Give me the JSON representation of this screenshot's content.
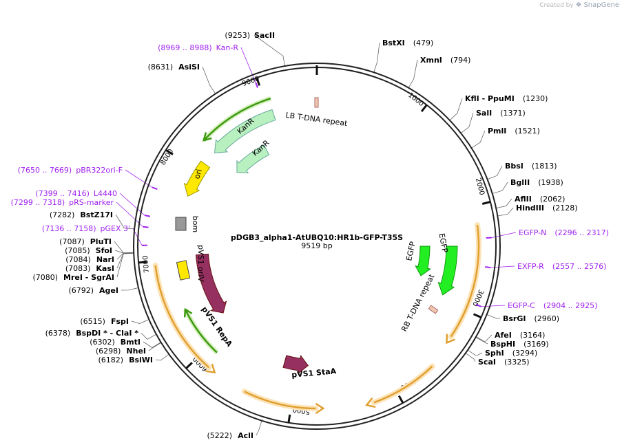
{
  "credit": {
    "created_by": "Created by",
    "brand": "SnapGene"
  },
  "plasmid": {
    "name": "pDGB3_alpha1-AtUBQ10:HR1b-GFP-T35S",
    "size_label": "9519 bp",
    "length": 9519
  },
  "colors": {
    "backbone": "#222222",
    "primer": "#a020f0",
    "orf": "#e0a030",
    "kanr": "#b8f0c0",
    "ori": "#ffe800",
    "pvs1_rep": "#963060",
    "egfp": "#22ee22",
    "misc": "#999999",
    "repeat": "#f0c8b0"
  },
  "ticks": [
    "1000",
    "2000",
    "3000",
    "4000",
    "5000",
    "6000",
    "7000",
    "8000",
    "9000"
  ],
  "sites": [
    {
      "name": "SacII",
      "pos": "(9253)"
    },
    {
      "name": "BstXI",
      "pos": "(479)"
    },
    {
      "name": "XmnI",
      "pos": "(794)"
    },
    {
      "name": "KflI  - PpuMI",
      "pos": "(1230)"
    },
    {
      "name": "SalI",
      "pos": "(1371)"
    },
    {
      "name": "PmlI",
      "pos": "(1521)"
    },
    {
      "name": "BbsI",
      "pos": "(1813)"
    },
    {
      "name": "BglII",
      "pos": "(1938)"
    },
    {
      "name": "AflII",
      "pos": "(2062)"
    },
    {
      "name": "HindIII",
      "pos": "(2128)"
    },
    {
      "name": "BsrGI",
      "pos": "(2960)"
    },
    {
      "name": "AfeI",
      "pos": "(3164)"
    },
    {
      "name": "BspHI",
      "pos": "(3169)"
    },
    {
      "name": "SphI",
      "pos": "(3294)"
    },
    {
      "name": "ScaI",
      "pos": "(3325)"
    },
    {
      "name": "AclI",
      "pos": "(5222)"
    },
    {
      "name": "BsiWI",
      "pos": "(6182)"
    },
    {
      "name": "NheI",
      "pos": "(6298)"
    },
    {
      "name": "BmtI",
      "pos": "(6302)"
    },
    {
      "name": "BspDI * - ClaI *",
      "pos": "(6378)"
    },
    {
      "name": "FspI",
      "pos": "(6515)"
    },
    {
      "name": "AgeI",
      "pos": "(6792)"
    },
    {
      "name": "MreI  - SgrAI",
      "pos": "(7080)"
    },
    {
      "name": "KasI",
      "pos": "(7083)"
    },
    {
      "name": "NarI",
      "pos": "(7084)"
    },
    {
      "name": "SfoI",
      "pos": "(7085)"
    },
    {
      "name": "PluTI",
      "pos": "(7087)"
    },
    {
      "name": "BstZ17I",
      "pos": "(7282)"
    },
    {
      "name": "AsiSI",
      "pos": "(8631)"
    }
  ],
  "primers": [
    {
      "range": "(8969 .. 8988)",
      "name": "Kan-R"
    },
    {
      "range": "(7650 .. 7669)",
      "name": "pBR322ori-F"
    },
    {
      "range": "(7399 .. 7416)",
      "name": "L4440"
    },
    {
      "range": "(7299 .. 7318)",
      "name": "pRS-marker"
    },
    {
      "range": "(7136 .. 7158)",
      "name": "pGEX 3'"
    },
    {
      "name": "EGFP-N",
      "range": "(2296 .. 2317)"
    },
    {
      "name": "EXFP-R",
      "range": "(2557 .. 2576)"
    },
    {
      "name": "EGFP-C",
      "range": "(2904 .. 2925)"
    }
  ],
  "features": {
    "lb_repeat": "LB T-DNA repeat",
    "rb_repeat": "RB T-DNA repeat",
    "kanr_outer": "KanR",
    "kanr_inner": "KanR",
    "ori": "ori",
    "bom": "bom",
    "pvs1_oriv": "pVS1 oriV",
    "pvs1_repa": "pVS1 RepA",
    "pvs1_staa": "pVS1 StaA",
    "egfp_1": "EGFP",
    "egfp_2": "EGFP"
  }
}
